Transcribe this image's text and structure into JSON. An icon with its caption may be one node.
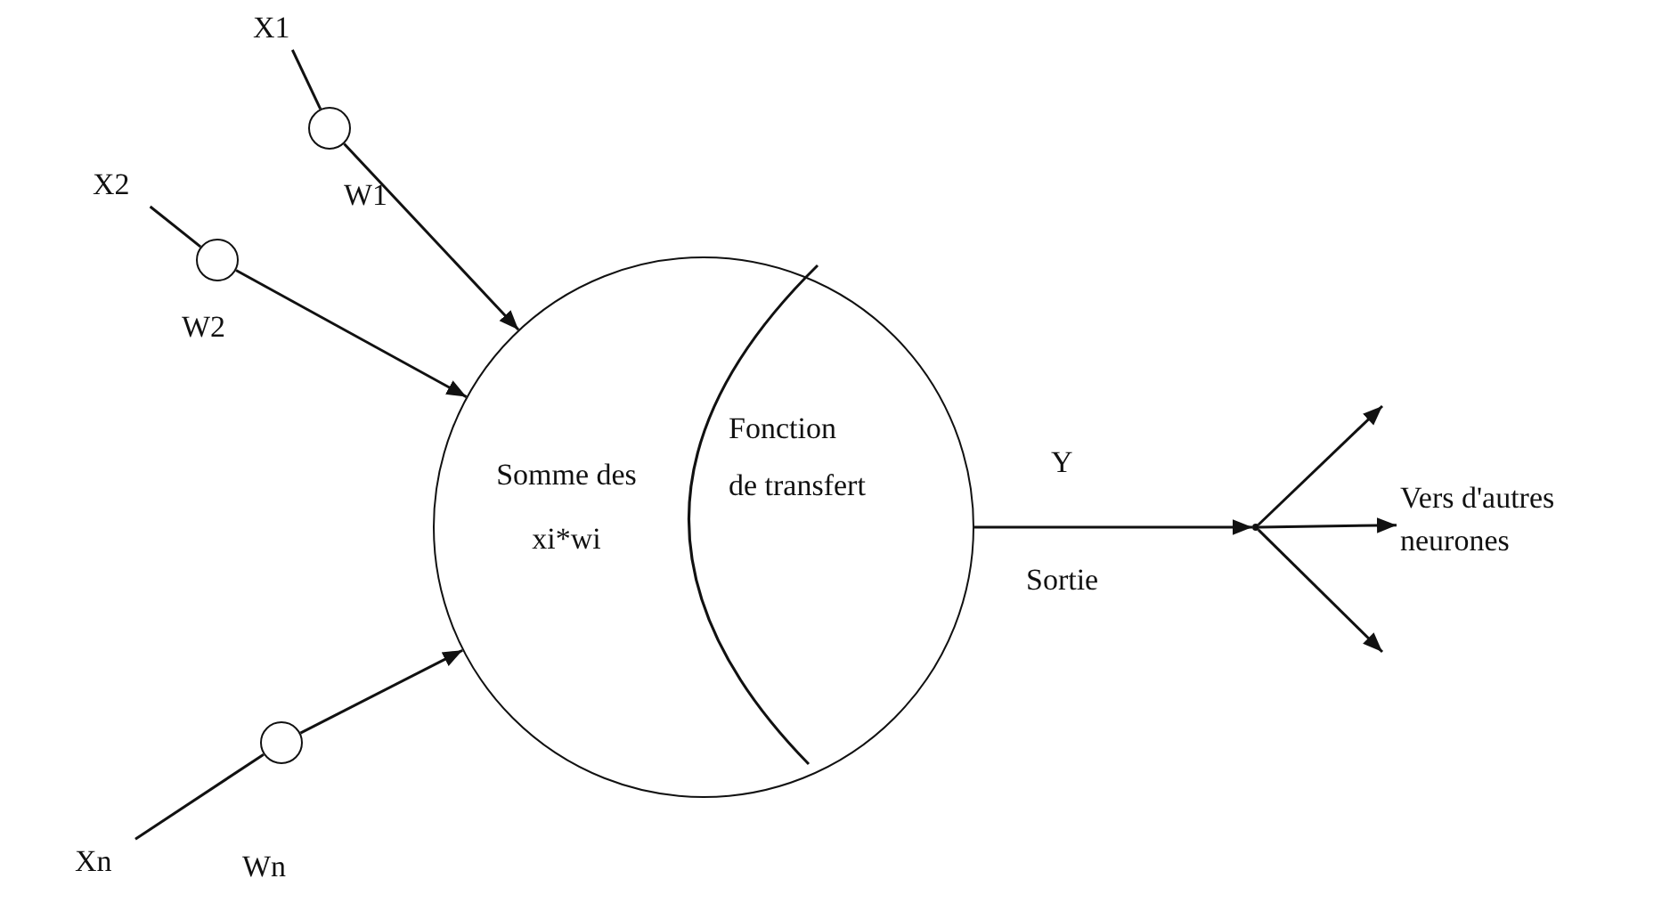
{
  "diagram": {
    "nodes": [
      {
        "text": [
          "X1"
        ]
      },
      {
        "text": [],
        "shape": "circle",
        "beside": [
          "W1"
        ]
      },
      {
        "text": [
          "X2"
        ]
      },
      {
        "text": [],
        "shape": "circle",
        "beside": [
          "W2"
        ]
      },
      {
        "text": [
          "Xn"
        ]
      },
      {
        "text": [],
        "shape": "circle",
        "beside": [
          "Wn"
        ]
      },
      {
        "text": [
          "Somme des xi*wi",
          "Fonction de transfert"
        ]
      },
      {
        "text": [],
        "shape": "point"
      },
      {
        "text": [
          "Vers d'autres neurones"
        ]
      }
    ],
    "edges": [
      {
        "from": 0,
        "to": 1,
        "arrow": "none"
      },
      {
        "from": 1,
        "to": 6,
        "arrow": "to"
      },
      {
        "from": 2,
        "to": 3,
        "arrow": "none"
      },
      {
        "from": 3,
        "to": 6,
        "arrow": "to"
      },
      {
        "from": 4,
        "to": 5,
        "arrow": "none"
      },
      {
        "from": 5,
        "to": 6,
        "arrow": "to"
      },
      {
        "from": 6,
        "to": 7,
        "arrow": "to",
        "label": "Y"
      },
      {
        "from": 7,
        "to": null,
        "arrow": "to"
      },
      {
        "from": 7,
        "to": 8,
        "arrow": "to"
      },
      {
        "from": 7,
        "to": null,
        "arrow": "to"
      }
    ],
    "labels": [
      "Sortie"
    ]
  }
}
